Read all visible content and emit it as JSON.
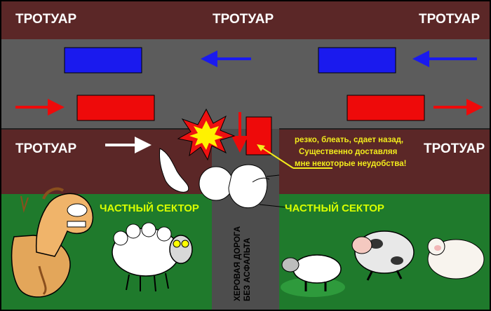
{
  "labels": {
    "sidewalk_top_left": "ТРОТУАР",
    "sidewalk_top_center": "ТРОТУАР",
    "sidewalk_top_right": "ТРОТУАР",
    "sidewalk_bottom_left": "ТРОТУАР",
    "sidewalk_bottom_right": "ТРОТУАР",
    "private_sector_left": "ЧАСТНЫЙ СЕКТОР",
    "private_sector_right": "ЧАСТНЫЙ СЕКТОР",
    "dirt_road_line1": "ХЕРОВАЯ ДОРОГА",
    "dirt_road_line2": "БЕЗ АСФАЛЬТА"
  },
  "annotation": {
    "line1": "резко, блеать, сдает назад,",
    "line2": "Существенно доставляя",
    "line3": "мне некоторые неудобства!"
  },
  "colors": {
    "sidewalk": "#5b2727",
    "road": "#5c5c5c",
    "grass": "#1f7a2c",
    "dirt_road": "#4d4d4d",
    "car_blue": "#1a1aee",
    "car_red": "#ee0a0a",
    "label_white": "#ffffff",
    "label_yellow": "#f2ec1c",
    "label_green": "#d8ff00",
    "explosion_red": "#ee1111",
    "explosion_yellow": "#fff200"
  },
  "icons": [
    "explosion-icon",
    "camel-icon",
    "sheep-icon",
    "pig-icon",
    "cat-icon"
  ]
}
